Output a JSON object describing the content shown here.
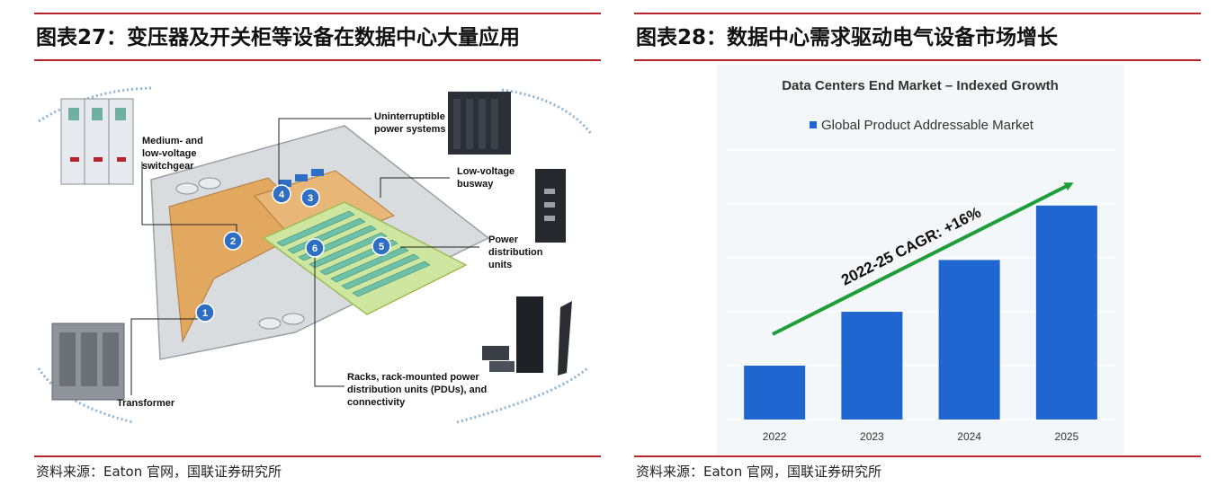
{
  "left": {
    "title": "图表27：变压器及开关柜等设备在数据中心大量应用",
    "source": "资料来源：Eaton 官网，国联证券研究所",
    "illustration": {
      "callouts": {
        "switchgear_1": "Medium- and",
        "switchgear_2": "low-voltage",
        "switchgear_3": "switchgear",
        "ups_1": "Uninterruptible",
        "ups_2": "power systems",
        "busway_1": "Low-voltage",
        "busway_2": "busway",
        "pdu_1": "Power",
        "pdu_2": "distribution",
        "pdu_3": "units",
        "racks_1": "Racks, rack-mounted power",
        "racks_2": "distribution units (PDUs), and",
        "racks_3": "connectivity",
        "transformer": "Transformer"
      },
      "markers": [
        "1",
        "2",
        "3",
        "4",
        "5",
        "6"
      ],
      "colors": {
        "marker": "#2e6fc4",
        "floor": "#e3a860",
        "busway": "#c9e36a",
        "racks": "#6fc0a8"
      }
    }
  },
  "right": {
    "title": "图表28：数据中心需求驱动电气设备市场增长",
    "source": "资料来源：Eaton 官网，国联证券研究所"
  },
  "chart_data": {
    "type": "bar",
    "title": "Data Centers End Market – Indexed Growth",
    "legend": "Global Product Addressable Market",
    "legend_position": "top-center",
    "categories": [
      "2022",
      "2023",
      "2024",
      "2025"
    ],
    "series": [
      {
        "name": "Global Product Addressable Market",
        "values": [
          100,
          200,
          296,
          397
        ],
        "color": "#1f66d1"
      }
    ],
    "ylim": [
      0,
      500
    ],
    "grid": true,
    "y_tick_labels": false,
    "annotation": "2022-25 CAGR: +16%",
    "arrow_color": "#1e9e3a"
  }
}
